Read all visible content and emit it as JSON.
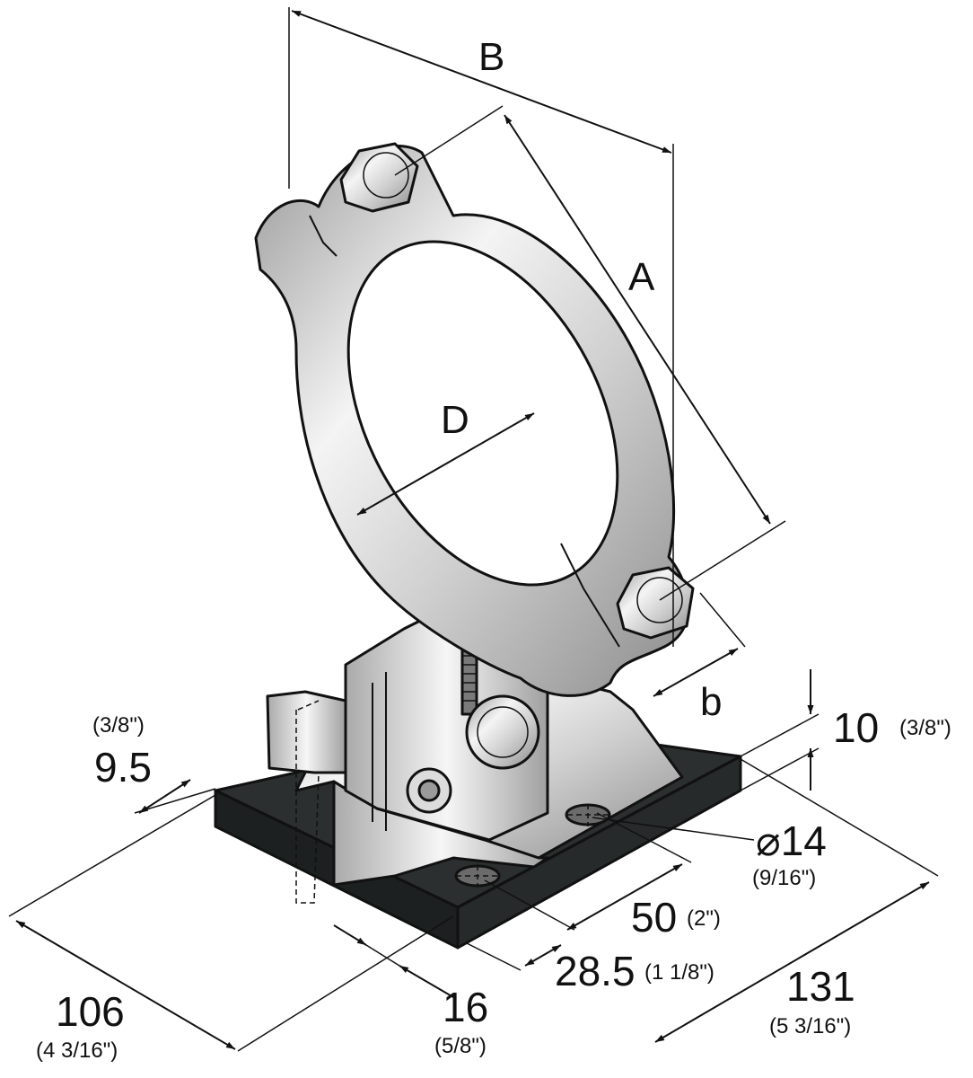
{
  "labels": {
    "B": "B",
    "A": "A",
    "D": "D",
    "b": "b"
  },
  "dimensions": {
    "plate_thickness": {
      "value": "10",
      "imperial": "(3/8\")"
    },
    "edge_offset": {
      "value": "9.5",
      "imperial": "(3/8\")"
    },
    "hole_diameter": {
      "value": "⌀14",
      "imperial": "(9/16\")"
    },
    "hole_spacing": {
      "value": "50",
      "imperial": "(2\")"
    },
    "hole_offset": {
      "value": "28.5",
      "imperial": "(1 1/8\")"
    },
    "plate_width": {
      "value": "106",
      "imperial": "(4 3/16\")"
    },
    "slot_width": {
      "value": "16",
      "imperial": "(5/8\")"
    },
    "plate_length": {
      "value": "131",
      "imperial": "(5 3/16\")"
    }
  },
  "colors": {
    "metal_light": "#f2f2f2",
    "metal_mid": "#c8c8c8",
    "metal_dark": "#8a8a8a",
    "rubber_pad": "#2b2f2f",
    "ink": "#111111"
  }
}
